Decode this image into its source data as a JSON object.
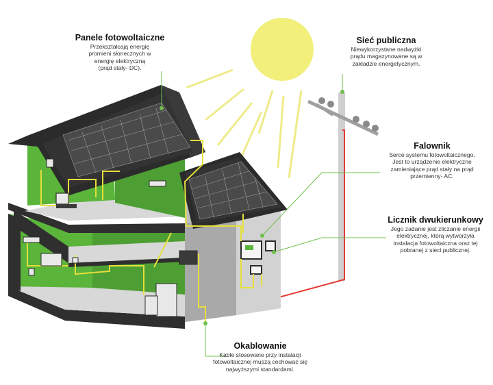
{
  "colors": {
    "wall_green": "#5ab53a",
    "roof": "#2b2b2b",
    "panel": "#3a3a3a",
    "sun": "#f2ef7a",
    "sun_rays": "#eeeb8a",
    "wire_yellow": "#e6df3a",
    "wire_red": "#e23a34",
    "callout_line": "#6fc04a",
    "floor": "#d8d8d8",
    "wall_grey": "#bdbdbd"
  },
  "labels": {
    "panels": {
      "title": "Panele fotowoltaiczne",
      "desc": [
        "Przekształcają energię",
        "promieni słonecznych w",
        "energię elektryczną",
        "(prąd stały- DC)."
      ]
    },
    "grid": {
      "title": "Sieć publiczna",
      "desc": [
        "Niewykorzystane nadwyżki",
        "prądu magazynowane są w",
        "zakładzie energetycznym."
      ]
    },
    "inverter": {
      "title": "Falownik",
      "desc": [
        "Serce systemu fotowoltaicznego.",
        "Jest to urządzenie elektryczne",
        "zamieniające prąd stały na prąd",
        "przemienny- AC."
      ]
    },
    "meter": {
      "title": "Licznik dwukierunkowy",
      "desc": [
        "Jego zadanie jest zliczanie energii",
        "elektrycznej, którą wytworzyła",
        "instalacja fotowoltaiczna oraz tej",
        "pobranej z sieci publicznej."
      ]
    },
    "cabling": {
      "title": "Okablowanie",
      "desc": [
        "Kable stosowane przy instalacji",
        "fotowoltaicznej muszą cechować się",
        "najwyższymi standardami."
      ]
    }
  }
}
